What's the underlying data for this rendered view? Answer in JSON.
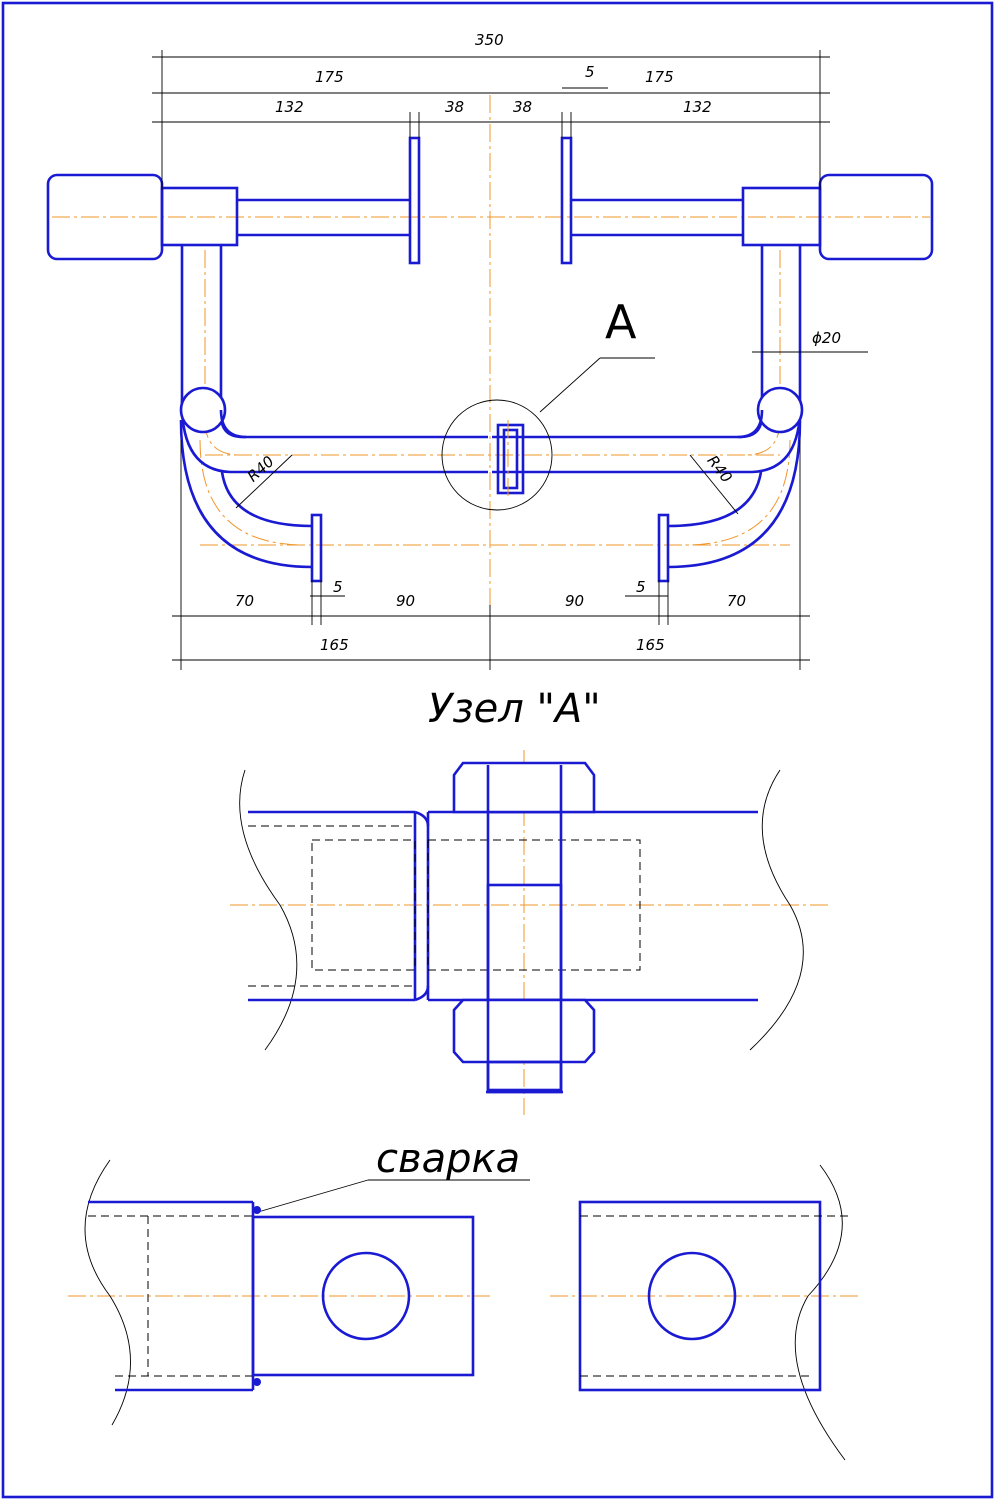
{
  "dimensions": {
    "overall": "350",
    "half_left": "175",
    "half_right": "175",
    "left_132": "132",
    "left_38": "38",
    "right_38": "38",
    "right_132": "132",
    "top_5": "5",
    "diameter": "ϕ20",
    "radius_left": "R40",
    "radius_right": "R40",
    "bottom_left_70": "70",
    "bottom_left_5": "5",
    "bottom_left_90": "90",
    "bottom_right_90": "90",
    "bottom_right_5": "5",
    "bottom_right_70": "70",
    "bottom_left_165": "165",
    "bottom_right_165": "165"
  },
  "labels": {
    "detail_marker": "A",
    "detail_title": "Узел \"А\"",
    "weld_note": "сварка"
  },
  "colors": {
    "outline": "#1a1ad2",
    "axis": "#f0952a",
    "dimension": "#000000"
  }
}
